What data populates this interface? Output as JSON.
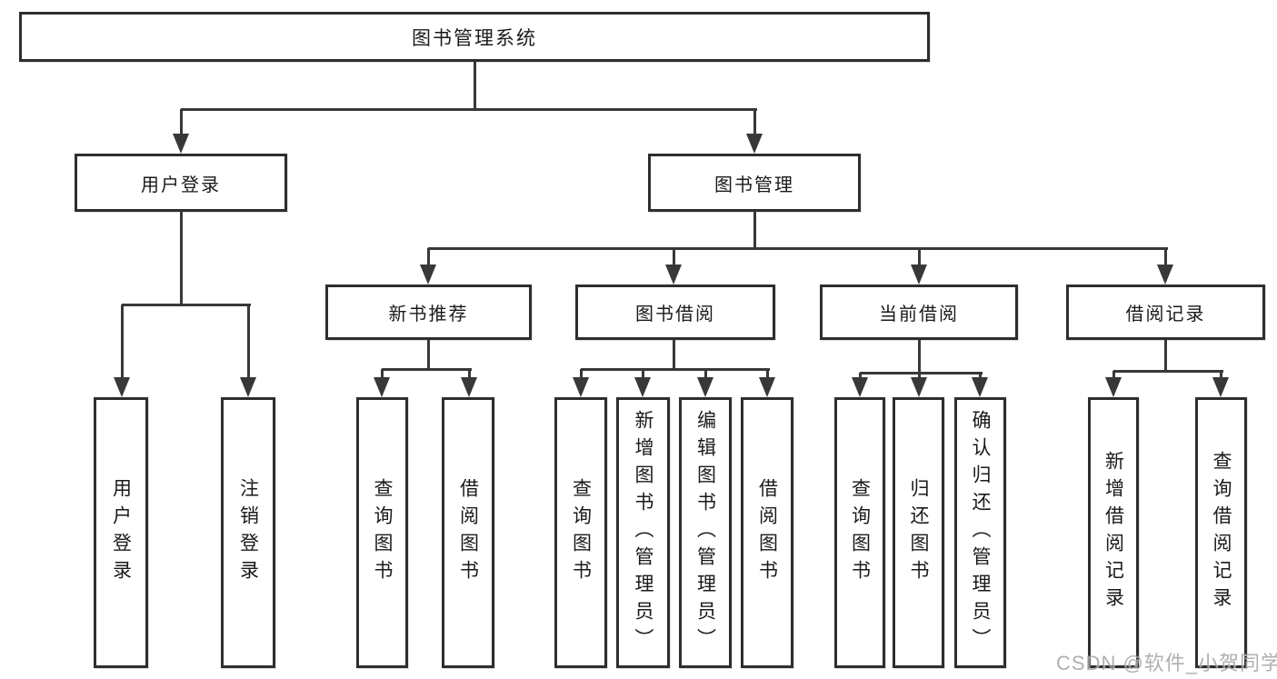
{
  "colors": {
    "line": "#383838",
    "box_border": "#2e2e2e",
    "box_fill": "#ffffff",
    "text": "#1a1a1a",
    "background": "#ffffff",
    "watermark": "#a3a3a3"
  },
  "watermark": {
    "text": "CSDN @软件_小贺同学"
  },
  "tree": {
    "root": {
      "label": "图书管理系统",
      "children": [
        {
          "label": "用户登录",
          "children": [
            {
              "label": "用户登录"
            },
            {
              "label": "注销登录"
            }
          ]
        },
        {
          "label": "图书管理",
          "children": [
            {
              "label": "新书推荐",
              "children": [
                {
                  "label": "查询图书"
                },
                {
                  "label": "借阅图书"
                }
              ]
            },
            {
              "label": "图书借阅",
              "children": [
                {
                  "label": "查询图书"
                },
                {
                  "label": "新增图书（管理员）"
                },
                {
                  "label": "编辑图书（管理员）"
                },
                {
                  "label": "借阅图书"
                }
              ]
            },
            {
              "label": "当前借阅",
              "children": [
                {
                  "label": "查询图书"
                },
                {
                  "label": "归还图书"
                },
                {
                  "label": "确认归还（管理员）"
                }
              ]
            },
            {
              "label": "借阅记录",
              "children": [
                {
                  "label": "新增借阅记录"
                },
                {
                  "label": "查询借阅记录"
                }
              ]
            }
          ]
        }
      ]
    }
  }
}
